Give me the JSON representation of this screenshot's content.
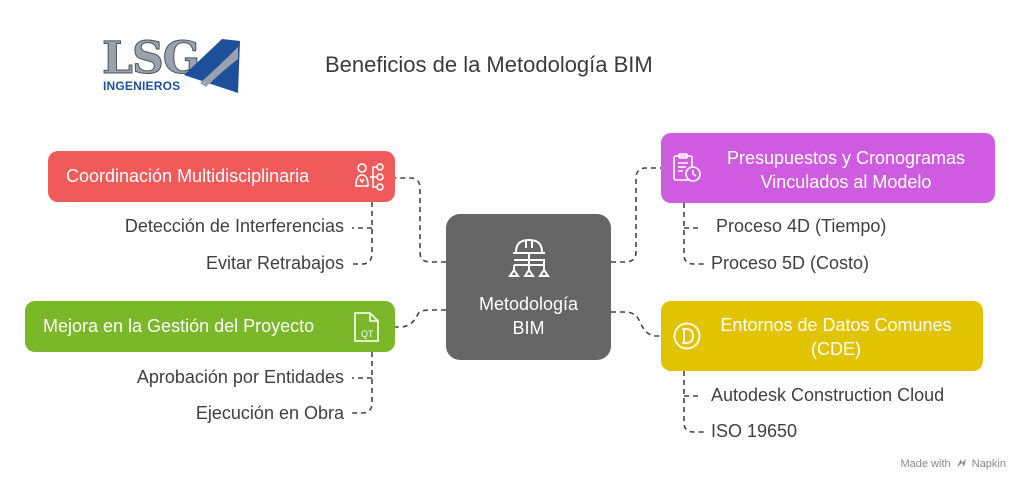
{
  "title": "Beneficios de la Metodología BIM",
  "logo": {
    "main": "LSG",
    "sub": "INGENIEROS"
  },
  "center": {
    "label_line1": "Metodología",
    "label_line2": "BIM",
    "icon": "hardhat-hierarchy-icon"
  },
  "topics": {
    "coordination": {
      "label": "Coordinación Multidisciplinaria",
      "color": "#f05a5a",
      "icon": "team-network-icon",
      "items": [
        "Detección de Interferencias",
        "Evitar Retrabajos"
      ]
    },
    "management": {
      "label": "Mejora en la Gestión del Proyecto",
      "color": "#7ab82a",
      "icon": "document-qt-icon",
      "items": [
        "Aprobación por Entidades",
        "Ejecución en Obra"
      ]
    },
    "budgets": {
      "label_line1": "Presupuestos y Cronogramas",
      "label_line2": "Vinculados al Modelo",
      "color": "#cf5ce0",
      "icon": "clipboard-clock-icon",
      "items": [
        " Proceso 4D (Tiempo)",
        "Proceso 5D (Costo)"
      ]
    },
    "cde": {
      "label_line1": "Entornos de Datos Comunes",
      "label_line2": "(CDE)",
      "color": "#e2c300",
      "icon": "letter-d-circle-icon",
      "items": [
        "Autodesk Construction Cloud",
        "ISO 19650"
      ]
    }
  },
  "center_color": "#666666",
  "footer": {
    "text": "Made with",
    "brand": "Napkin"
  }
}
